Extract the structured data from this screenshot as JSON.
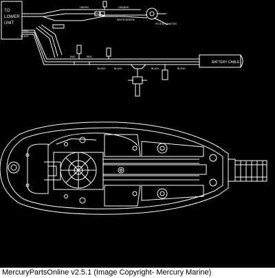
{
  "colors": {
    "background": "#000000",
    "line": "#ffffff",
    "caption_background": "#ffffff",
    "caption_text": "#000000"
  },
  "wiring": {
    "lower_unit_box": [
      "TO",
      "LOWER",
      "UNIT"
    ],
    "wire_labels": {
      "top_green": "GREEN",
      "top_orange": "ORANGE",
      "top_white_green": "WHITE/GREEN",
      "red_left": "RED",
      "black_left": "BLACK",
      "red_bundle": "RED",
      "red_bundle_2": "RED",
      "black_1": "BLACK",
      "black_2": "BLACK",
      "black_3": "BLACK",
      "black_4": "BLACK"
    },
    "potentiometer": "POTENTIOMETER",
    "battery_cable": "BATTERY CABLE"
  },
  "caption": "MercuryPartsOnline v2.5.1 (Image Copyright- Mercury Marine)"
}
